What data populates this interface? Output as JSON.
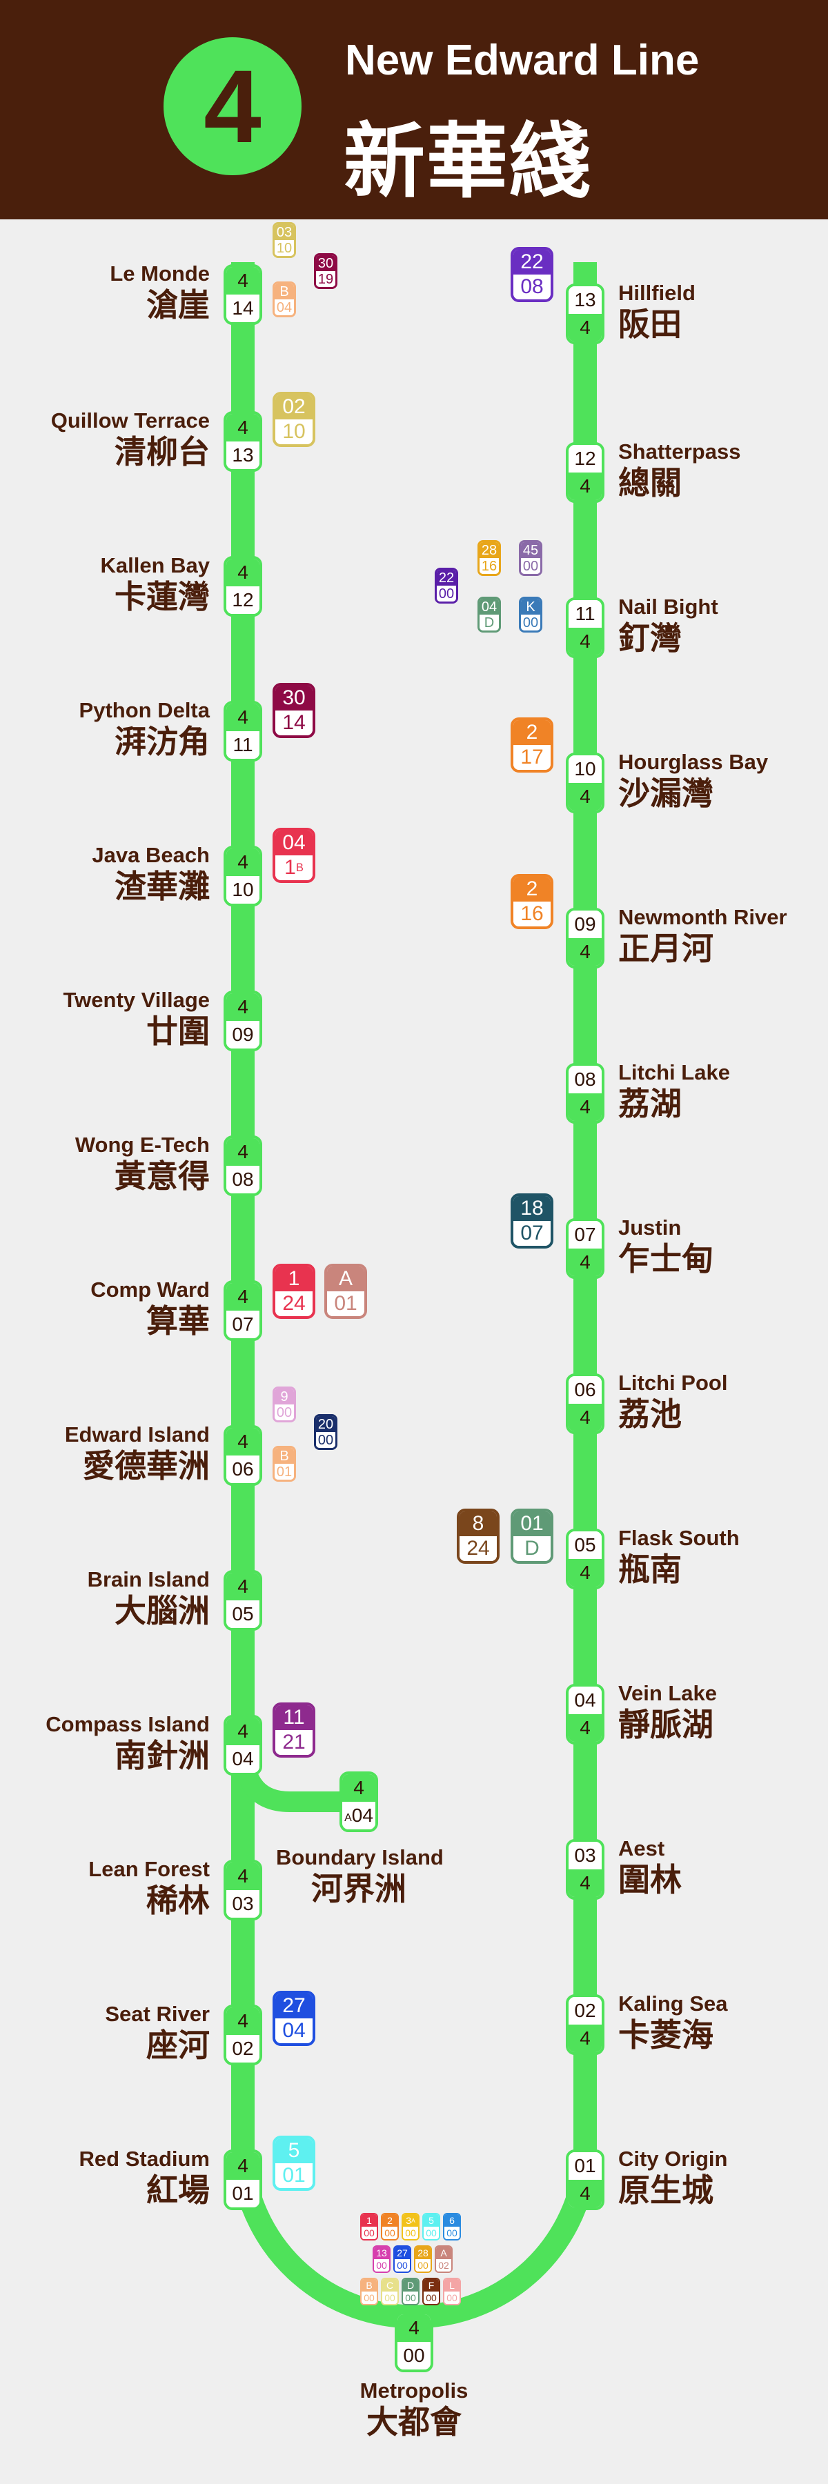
{
  "header": {
    "line_number": "4",
    "name_en": "New Edward Line",
    "name_zh": "新華綫"
  },
  "colors": {
    "line": "#4fe25a",
    "header_bg": "#4a1f0c",
    "text": "#4a1e0b",
    "background": "#efefef"
  },
  "stations": [
    {
      "id": "le-monde",
      "en": "Le Monde",
      "zh": "滄崖",
      "code": "14",
      "line": "4"
    },
    {
      "id": "quillow-terrace",
      "en": "Quillow Terrace",
      "zh": "清柳台",
      "code": "13",
      "line": "4"
    },
    {
      "id": "kallen-bay",
      "en": "Kallen Bay",
      "zh": "卡蓮灣",
      "code": "12",
      "line": "4"
    },
    {
      "id": "python-delta",
      "en": "Python Delta",
      "zh": "湃汸角",
      "code": "11",
      "line": "4"
    },
    {
      "id": "java-beach",
      "en": "Java Beach",
      "zh": "渣華灘",
      "code": "10",
      "line": "4"
    },
    {
      "id": "twenty-village",
      "en": "Twenty Village",
      "zh": "廿圍",
      "code": "09",
      "line": "4"
    },
    {
      "id": "wong-e-tech",
      "en": "Wong E-Tech",
      "zh": "黃意得",
      "code": "08",
      "line": "4"
    },
    {
      "id": "comp-ward",
      "en": "Comp Ward",
      "zh": "算華",
      "code": "07",
      "line": "4"
    },
    {
      "id": "edward-island",
      "en": "Edward Island",
      "zh": "愛德華洲",
      "code": "06",
      "line": "4"
    },
    {
      "id": "brain-island",
      "en": "Brain Island",
      "zh": "大腦洲",
      "code": "05",
      "line": "4"
    },
    {
      "id": "compass-island",
      "en": "Compass Island",
      "zh": "南針洲",
      "code": "04",
      "line": "4"
    },
    {
      "id": "lean-forest",
      "en": "Lean Forest",
      "zh": "稀林",
      "code": "03",
      "line": "4"
    },
    {
      "id": "seat-river",
      "en": "Seat River",
      "zh": "座河",
      "code": "02",
      "line": "4"
    },
    {
      "id": "red-stadium",
      "en": "Red Stadium",
      "zh": "紅場",
      "code": "01",
      "line": "4"
    },
    {
      "id": "metropolis",
      "en": "Metropolis",
      "zh": "大都會",
      "code": "00",
      "line": "4"
    },
    {
      "id": "city-origin",
      "en": "City Origin",
      "zh": "原生城",
      "code": "01",
      "line": "4"
    },
    {
      "id": "kaling-sea",
      "en": "Kaling Sea",
      "zh": "卡菱海",
      "code": "02",
      "line": "4"
    },
    {
      "id": "aest",
      "en": "Aest",
      "zh": "圍林",
      "code": "03",
      "line": "4"
    },
    {
      "id": "vein-lake",
      "en": "Vein Lake",
      "zh": "靜脈湖",
      "code": "04",
      "line": "4"
    },
    {
      "id": "flask-south",
      "en": "Flask South",
      "zh": "瓶南",
      "code": "05",
      "line": "4"
    },
    {
      "id": "litchi-pool",
      "en": "Litchi Pool",
      "zh": "荔池",
      "code": "06",
      "line": "4"
    },
    {
      "id": "justin",
      "en": "Justin",
      "zh": "乍士甸",
      "code": "07",
      "line": "4"
    },
    {
      "id": "litchi-lake",
      "en": "Litchi Lake",
      "zh": "荔湖",
      "code": "08",
      "line": "4"
    },
    {
      "id": "newmonth-river",
      "en": "Newmonth River",
      "zh": "正月河",
      "code": "09",
      "line": "4"
    },
    {
      "id": "hourglass-bay",
      "en": "Hourglass Bay",
      "zh": "沙漏灣",
      "code": "10",
      "line": "4"
    },
    {
      "id": "nail-bight",
      "en": "Nail Bight",
      "zh": "釘灣",
      "code": "11",
      "line": "4"
    },
    {
      "id": "shatterpass",
      "en": "Shatterpass",
      "zh": "總關",
      "code": "12",
      "line": "4"
    },
    {
      "id": "hillfield",
      "en": "Hillfield",
      "zh": "阪田",
      "code": "13",
      "line": "4"
    }
  ],
  "branch": {
    "en": "Boundary Island",
    "zh": "河界洲",
    "line": "4",
    "code": "04",
    "prefix": "A"
  },
  "transfers": [
    {
      "top": "03",
      "bot": "10",
      "color": "#d7c35f"
    },
    {
      "top": "B",
      "bot": "04",
      "color": "#f6b27e"
    },
    {
      "top": "30",
      "bot": "19",
      "color": "#8e0a45"
    },
    {
      "top": "02",
      "bot": "10",
      "color": "#d7c35f"
    },
    {
      "top": "30",
      "bot": "14",
      "color": "#8e0a45"
    },
    {
      "top": "04",
      "bot": "1",
      "bot_sub": "B",
      "color": "#e8334f"
    },
    {
      "top": "1",
      "bot": "24",
      "color": "#e8334f"
    },
    {
      "top": "A",
      "bot": "01",
      "color": "#c9857c"
    },
    {
      "top": "9",
      "bot": "00",
      "color": "#e0a5d8"
    },
    {
      "top": "B",
      "bot": "01",
      "color": "#f6b27e"
    },
    {
      "top": "20",
      "bot": "00",
      "color": "#1a2f6b"
    },
    {
      "top": "11",
      "bot": "21",
      "color": "#8e2a8e"
    },
    {
      "top": "27",
      "bot": "04",
      "color": "#1f4fe0"
    },
    {
      "top": "5",
      "bot": "01",
      "color": "#5ef0f0"
    },
    {
      "top": "22",
      "bot": "08",
      "color": "#6a2ec2"
    },
    {
      "top": "28",
      "bot": "16",
      "color": "#e8a61a"
    },
    {
      "top": "45",
      "bot": "00",
      "color": "#8a6aa8"
    },
    {
      "top": "22",
      "bot": "00",
      "color": "#5a1fa8"
    },
    {
      "top": "04",
      "bot": "D",
      "color": "#5f9a76"
    },
    {
      "top": "K",
      "bot": "00",
      "color": "#3a7ab8"
    },
    {
      "top": "2",
      "bot": "17",
      "color": "#f08326"
    },
    {
      "top": "2",
      "bot": "16",
      "color": "#f08326"
    },
    {
      "top": "18",
      "bot": "07",
      "color": "#1f5466"
    },
    {
      "top": "8",
      "bot": "24",
      "color": "#7a461c"
    },
    {
      "top": "01",
      "bot": "D",
      "color": "#5f9a76"
    }
  ],
  "metropolis_transfers": [
    {
      "top": "1",
      "bot": "00",
      "color": "#e8334f"
    },
    {
      "top": "2",
      "bot": "00",
      "color": "#f08326"
    },
    {
      "top": "3",
      "bot": "00",
      "color": "#f2c21a",
      "top_sub": "A"
    },
    {
      "top": "5",
      "bot": "00",
      "color": "#5ef0f0"
    },
    {
      "top": "6",
      "bot": "00",
      "color": "#2a8be0"
    },
    {
      "top": "13",
      "bot": "00",
      "color": "#d63fae"
    },
    {
      "top": "27",
      "bot": "00",
      "color": "#1f4fe0"
    },
    {
      "top": "28",
      "bot": "00",
      "color": "#e8a61a"
    },
    {
      "top": "A",
      "bot": "02",
      "color": "#c9857c"
    },
    {
      "top": "B",
      "bot": "00",
      "color": "#f6b27e"
    },
    {
      "top": "C",
      "bot": "00",
      "color": "#e7e08a"
    },
    {
      "top": "D",
      "bot": "00",
      "color": "#5f9a76"
    },
    {
      "top": "F",
      "bot": "00",
      "color": "#7a2e10"
    },
    {
      "top": "L",
      "bot": "00",
      "color": "#f4a5a5"
    }
  ]
}
